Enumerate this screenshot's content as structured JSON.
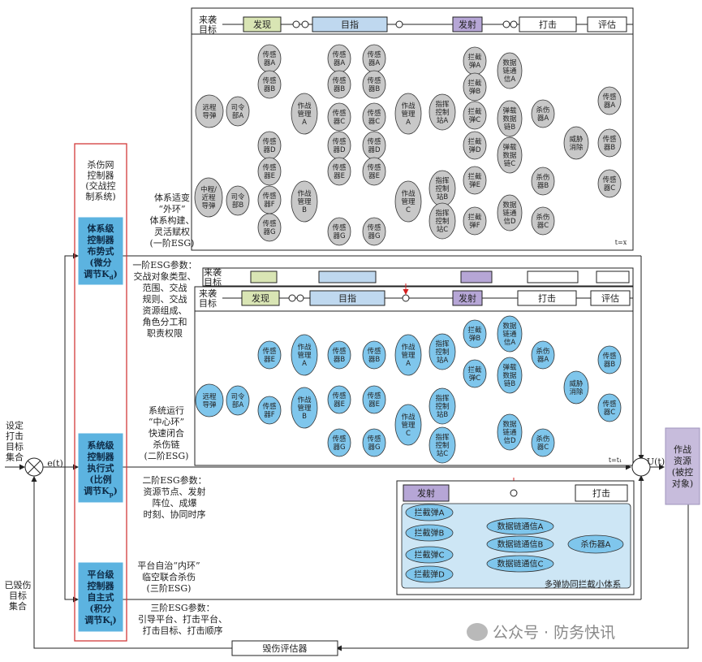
{
  "timeline": {
    "incoming_target": "来袭\n目标",
    "detect": "发现",
    "designate": "目指",
    "launch": "发射",
    "strike": "打击",
    "assess": "评估"
  },
  "nodes": {
    "remote_missile": "远程\n导弹",
    "mid_remote_missile": "中程/\n近程\n导弹",
    "hq_a": "司令\n部A",
    "hq_b": "司令\n部B",
    "sensor_a": "传感\n器A",
    "sensor_b": "传感\n器B",
    "sensor_c": "传感\n器C",
    "sensor_d": "传感\n器D",
    "sensor_e": "传感\n器E",
    "sensor_f": "传感\n器F",
    "sensor_g": "传感\n器G",
    "mgmt_a": "作战\n管理\nA",
    "mgmt_b": "作战\n管理\nB",
    "mgmt_c": "作战\n管理\nC",
    "cmd_a": "指挥\n控制\n站A",
    "cmd_b": "指挥\n控制\n站B",
    "cmd_c": "指挥\n控制\n站C",
    "int_a": "拦截\n弹A",
    "int_b": "拦截\n弹B",
    "int_c": "拦截\n弹C",
    "int_d": "拦截\n弹D",
    "int_e": "拦截\n弹E",
    "int_f": "拦截\n弹F",
    "dl_a": "数据\n链通\n信A",
    "dl_b": "弹载\n数据\n链B",
    "dl_c": "弹载\n数据\n链C",
    "dl_d": "数据\n链通\n信D",
    "kill_a": "杀伤\n器A",
    "kill_b": "杀伤\n器B",
    "kill_c": "杀伤\n器C",
    "threat": "威胁\n消除",
    "t_outer": "t=x",
    "t_center": "t=t₁"
  },
  "left_panel": {
    "title": "杀伤网\n控制器\n(交战控\n制系统)",
    "system_level": "体系级\n控制器\n布势式\n(微分\n调节K",
    "system_level_sub": "d",
    "execution_level": "系统级\n控制器\n执行式\n(比例\n调节K",
    "execution_level_sub": "p",
    "platform_level": "平台级\n控制器\n自主式\n(积分\n调节K",
    "platform_level_sub": "i"
  },
  "annotations": {
    "outer_loop": "体系适变\n“外环”\n体系构建、\n灵活赋权\n(一阶ESG)",
    "first_order_params": "一阶ESG参数：\n交战对象类型、\n范围、交战\n规则、交战\n资源组成、\n角色分工和\n职责权限",
    "center_loop": "系统运行\n“中心环”\n快速闭合\n杀伤链\n(二阶ESG)",
    "second_order_params": "二阶ESG参数：\n资源节点、发射\n阵位、成爆\n时刻、协同时序",
    "inner_loop": "平台自治“内环”\n临空联合杀伤\n(三阶ESG)",
    "third_order_params": "三阶ESG参数：\n引导平台、打击平台、\n打击目标、打击顺序"
  },
  "signals": {
    "set_targets": "设定\n打击\n目标\n集合",
    "destroyed_targets": "已毁伤\n目标\n集合",
    "error": "e(t)",
    "control": "U(t)",
    "resources": "作战\n资源\n(被控\n对象)",
    "damage_assessor": "毁伤评估器"
  },
  "subsystem": {
    "launch": "发射",
    "strike": "打击",
    "interceptors": [
      "拦截弹A",
      "拦截弹B",
      "拦截弹C",
      "拦截弹D"
    ],
    "datalinks": [
      "数据链通信A",
      "数据链通信B",
      "数据链通信C"
    ],
    "killer": "杀伤器A",
    "caption": "多弹协同拦截小体系"
  },
  "watermark": "公众号 · 防务快讯",
  "colors": {
    "gray_node": "#c8c8c8",
    "blue_node": "#7fc6ec",
    "light_blue_box": "#cde6f5",
    "controller_blue": "#5cb3e0",
    "launch_purple": "#b6a6d6",
    "detect_green": "#d9e5b4",
    "designate_blue": "#bfd8ef",
    "resource_purple": "#c7bcdc",
    "red_border": "#d23a3a"
  }
}
